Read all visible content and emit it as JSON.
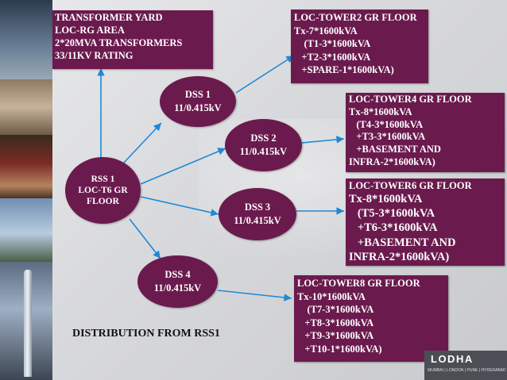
{
  "transformer_yard": {
    "lines": [
      "TRANSFORMER YARD",
      "LOC-RG AREA",
      "2*20MVA TRANSFORMERS",
      "33/11KV RATING"
    ]
  },
  "rss1": {
    "lines": [
      "RSS 1",
      "LOC-T6 GR",
      "FLOOR"
    ]
  },
  "dss1": {
    "lines": [
      "DSS 1",
      "11/0.415kV"
    ]
  },
  "dss2": {
    "lines": [
      "DSS 2",
      "11/0.415kV"
    ]
  },
  "dss3": {
    "lines": [
      "DSS 3",
      "11/0.415kV"
    ]
  },
  "dss4": {
    "lines": [
      "DSS 4",
      "11/0.415kV"
    ]
  },
  "tower2": {
    "lines": [
      "LOC-TOWER2 GR FLOOR",
      "Tx-7*1600kVA",
      "    (T1-3*1600kVA",
      "   +T2-3*1600kVA",
      "   +SPARE-1*1600kVA)"
    ]
  },
  "tower4": {
    "lines": [
      "LOC-TOWER4 GR FLOOR",
      "Tx-8*1600kVA",
      "   (T4-3*1600kVA",
      "   +T3-3*1600kVA",
      "   +BASEMENT AND",
      "INFRA-2*1600kVA)"
    ]
  },
  "tower6": {
    "lines": [
      "LOC-TOWER6 GR FLOOR",
      "Tx-8*1600kVA",
      "   (T5-3*1600kVA",
      "   +T6-3*1600kVA",
      "   +BASEMENT AND",
      "INFRA-2*1600kVA)"
    ]
  },
  "tower8": {
    "lines": [
      "LOC-TOWER8 GR FLOOR",
      "Tx-10*1600kVA",
      "    (T7-3*1600kVA",
      "   +T8-3*1600kVA",
      "   +T9-3*1600kVA",
      "   +T10-1*1600kVA)"
    ]
  },
  "caption": "DISTRIBUTION FROM RSS1",
  "logo": {
    "word": "LODHA",
    "subtitle": "MUMBAI | LONDON | PUNE | HYDERABAD"
  },
  "colors": {
    "box": "#6b1a4e",
    "arrow": "#1e88d6",
    "text": "#ffffff"
  }
}
